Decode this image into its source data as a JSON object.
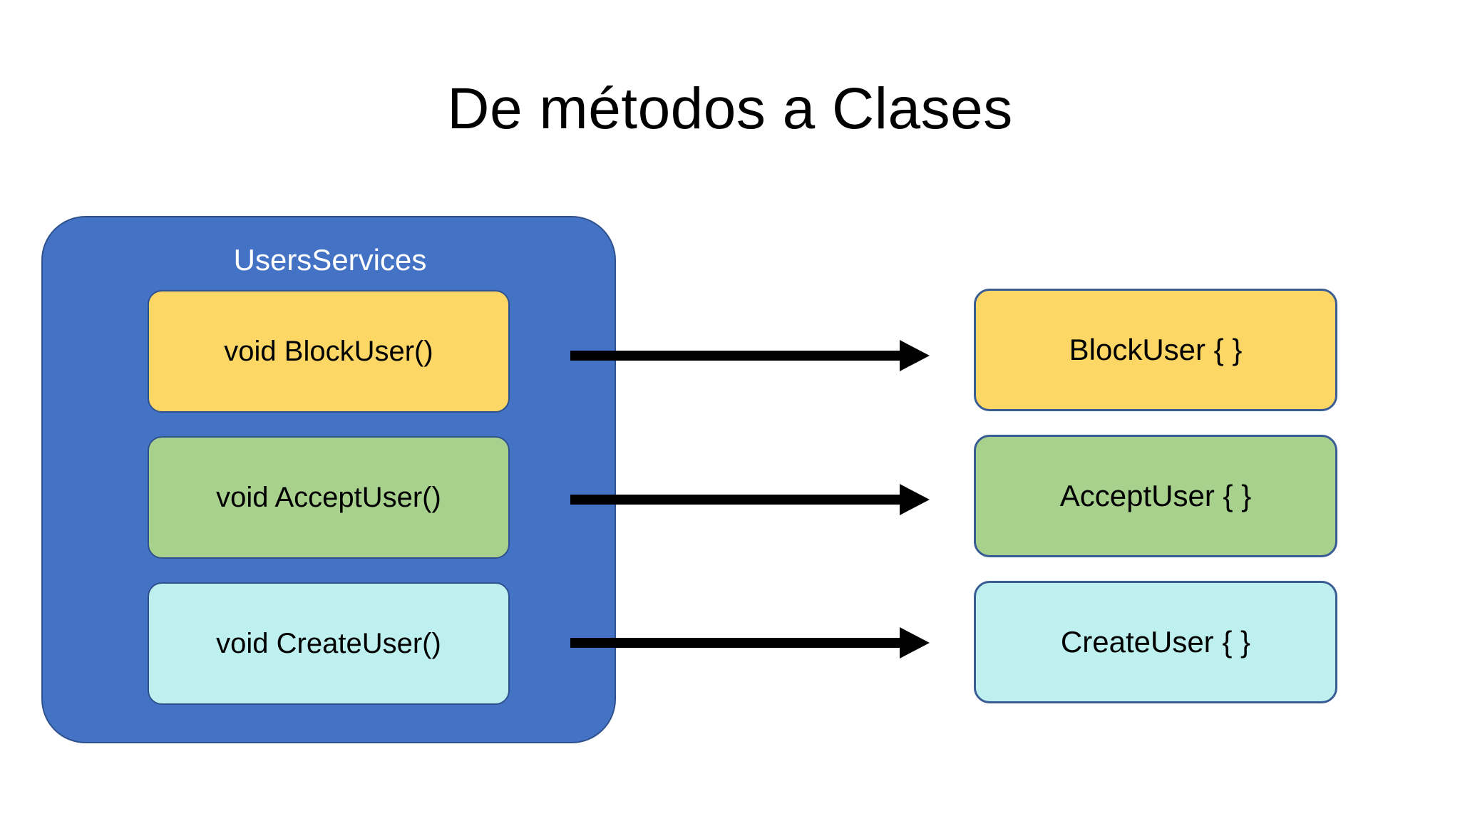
{
  "slide": {
    "title": "De métodos a Clases",
    "background_color": "#FFFFFF"
  },
  "service_container": {
    "name": "UsersServices",
    "fill_color": "#4472C4",
    "border_color": "#2F528F",
    "title_color": "#FFFFFF",
    "methods": [
      {
        "label": "void BlockUser()",
        "fill_color": "#FCD765",
        "border_color": "#2F528F"
      },
      {
        "label": "void AcceptUser()",
        "fill_color": "#A9D18E",
        "border_color": "#2F528F"
      },
      {
        "label": "void CreateUser()",
        "fill_color": "#BDF0EF",
        "border_color": "#2F528F"
      }
    ]
  },
  "classes": [
    {
      "label": "BlockUser { }",
      "fill_color": "#FCD765",
      "border_color": "#3A5C94"
    },
    {
      "label": "AcceptUser { }",
      "fill_color": "#A9D18E",
      "border_color": "#3A5C94"
    },
    {
      "label": "CreateUser { }",
      "fill_color": "#BDF0EF",
      "border_color": "#3A5C94"
    }
  ],
  "arrows": [
    {
      "name": "arrow-blockuser",
      "direction": "right",
      "color": "#000000"
    },
    {
      "name": "arrow-acceptuser",
      "direction": "right",
      "color": "#000000"
    },
    {
      "name": "arrow-createuser",
      "direction": "right",
      "color": "#000000"
    }
  ]
}
